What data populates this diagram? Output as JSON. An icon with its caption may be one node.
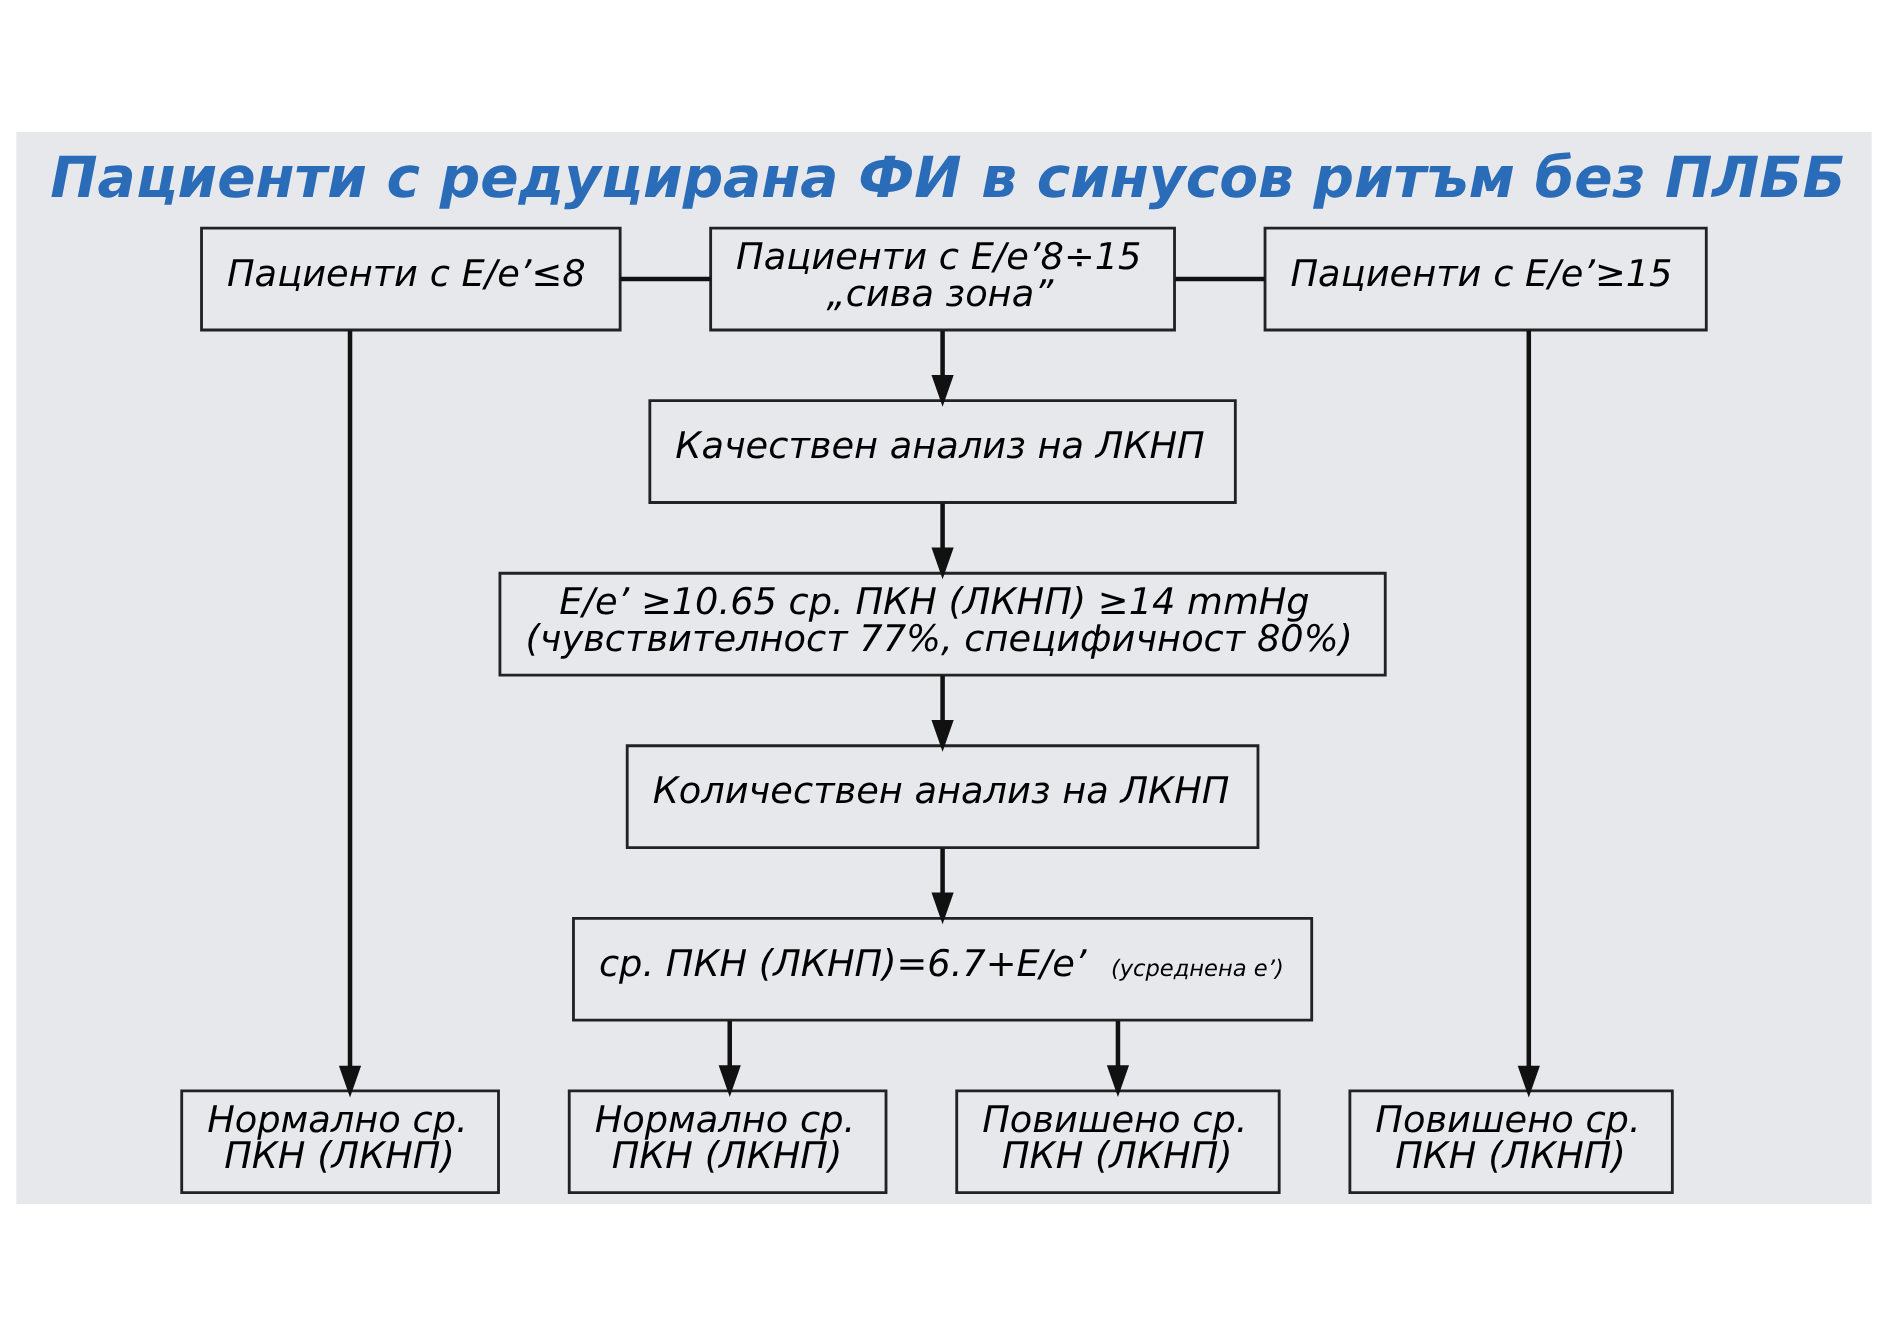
{
  "diagram": {
    "title": "Пациенти с редуцирана ФИ в синусов ритъм без ПЛББ",
    "nodes": [
      {
        "text": [
          "Пациенти с E/e’≤8"
        ]
      },
      {
        "text": [
          "Пациенти с E/e’8÷15 „сива зона”"
        ]
      },
      {
        "text": [
          "Пациенти с E/e’≥15"
        ]
      },
      {
        "text": [
          "Качествен анализ на ЛКНП"
        ]
      },
      {
        "text": [
          "E/e’ ≥10.65 ср. ПКН (ЛКНП) ≥14 mmHg (чувствителност 77%, специфичност 80%)"
        ]
      },
      {
        "text": [
          "Количествен анализ на ЛКНП"
        ]
      },
      {
        "text": [
          "ср. ПКН (ЛКНП)=6.7+E/e’",
          "(усреднена е’)"
        ]
      },
      {
        "text": [
          "Нормално ср. ПКН (ЛКНП)"
        ]
      },
      {
        "text": [
          "Нормално ср. ПКН (ЛКНП)"
        ]
      },
      {
        "text": [
          "Повишено ср. ПКН (ЛКНП)"
        ]
      },
      {
        "text": [
          "Повишено ср. ПКН (ЛКНП)"
        ]
      }
    ],
    "edges": [
      {
        "from": 0,
        "to": 1,
        "arrow": "none"
      },
      {
        "from": 1,
        "to": 2,
        "arrow": "none"
      },
      {
        "from": 1,
        "to": 3,
        "arrow": "to"
      },
      {
        "from": 3,
        "to": 4,
        "arrow": "to"
      },
      {
        "from": 4,
        "to": 5,
        "arrow": "to"
      },
      {
        "from": 5,
        "to": 6,
        "arrow": "to"
      },
      {
        "from": 6,
        "to": 8,
        "arrow": "to"
      },
      {
        "from": 6,
        "to": 9,
        "arrow": "to"
      },
      {
        "from": 0,
        "to": 7,
        "arrow": "to"
      },
      {
        "from": 2,
        "to": 10,
        "arrow": "to"
      }
    ]
  }
}
